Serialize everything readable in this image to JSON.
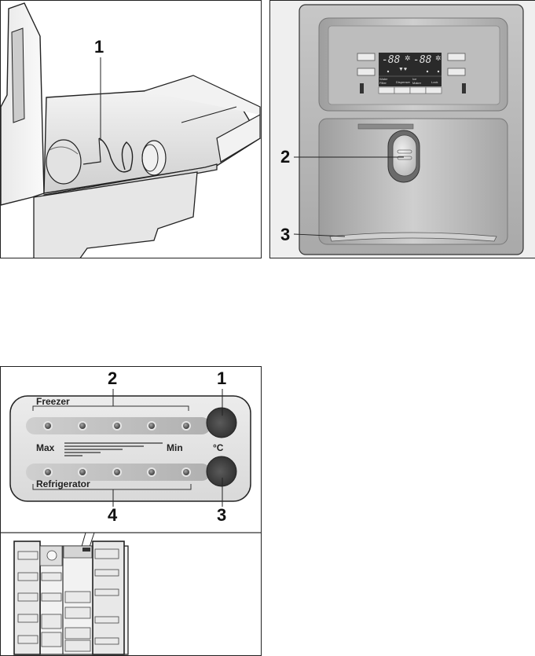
{
  "figure_ice_tray": {
    "callouts": [
      "1"
    ]
  },
  "figure_dispenser": {
    "callouts": [
      "2",
      "3"
    ],
    "display": {
      "left_temp": "-88",
      "right_temp": "-88",
      "labels": [
        "Water Filter",
        "Dispenser",
        "Ice Maker",
        "Lock"
      ]
    }
  },
  "figure_control_panel": {
    "callouts": [
      "1",
      "2",
      "3",
      "4"
    ],
    "freezer_label": "Freezer",
    "refrigerator_label": "Refrigerator",
    "max_label": "Max",
    "min_label": "Min",
    "unit_label": "°C",
    "freezer_leds": 5,
    "refrigerator_leds": 5
  },
  "colors": {
    "line": "#222222",
    "steel": "#b9b9b9",
    "display": "#2a2a2a",
    "panel": "#e4e4e4",
    "knob": "#3a3a3a"
  }
}
